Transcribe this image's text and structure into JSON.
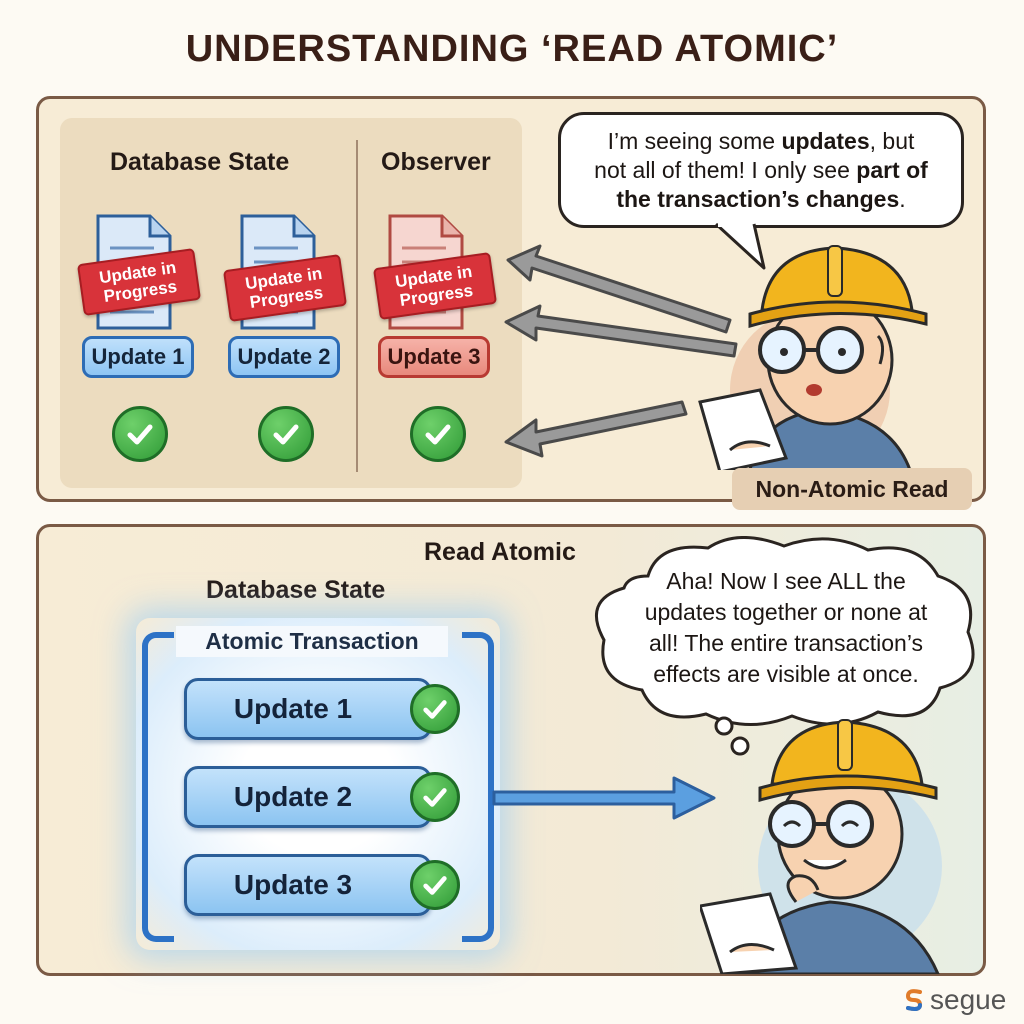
{
  "title": "UNDERSTANDING ‘READ ATOMIC’",
  "top_panel": {
    "col1_heading": "Database State",
    "col2_heading": "Observer",
    "stamp_text": "Update in Progress",
    "updates": [
      "Update 1",
      "Update 2",
      "Update 3"
    ],
    "bubble": {
      "line1_a": "I’m seeing some ",
      "line1_b": "updates",
      "line1_c": ", but",
      "line2_a": "not all of them! I only see ",
      "line2_b": "part of",
      "line3_b": "the transaction’s changes",
      "line3_c": "."
    },
    "label": "Non-Atomic Read"
  },
  "bottom_panel": {
    "heading": "Read Atomic",
    "subheading": "Database State",
    "tx_label": "Atomic Transaction",
    "updates": [
      "Update 1",
      "Update 2",
      "Update 3"
    ],
    "thought": {
      "line1": "Aha! Now I see ALL the",
      "line2": "updates together or none at",
      "line3": "all! The entire transaction’s",
      "line4": "effects are visible at once."
    }
  },
  "logo_text": "segue",
  "colors": {
    "panel_bg": "#f7ecd6",
    "blue_badge": "#8ec5f4",
    "red_badge": "#e8897c",
    "check_green": "#2f9a36",
    "stamp_red": "#d8333a",
    "bracket_blue": "#2d72c6",
    "helmet_yellow": "#f2b51e"
  }
}
